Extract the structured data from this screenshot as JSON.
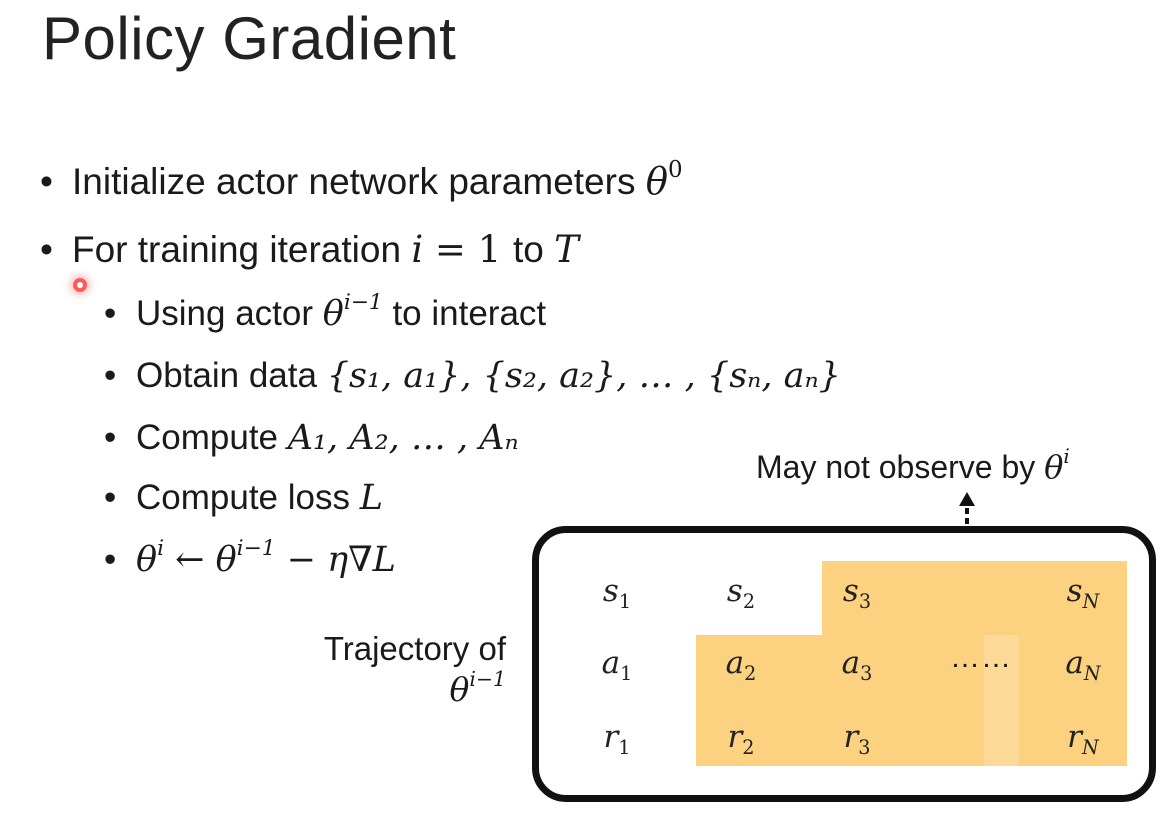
{
  "title": "Policy Gradient",
  "bullets": [
    {
      "text": "Initialize actor network parameters ",
      "math_base": "θ",
      "math_sup": "0"
    },
    {
      "text": "For training iteration ",
      "math_i": "i",
      "math_eq": " = 1 ",
      "to": "to ",
      "math_T": "T"
    }
  ],
  "sub_bullets": [
    {
      "pre": "Using actor ",
      "theta": "θ",
      "sup": "i−1",
      "post": " to interact"
    },
    {
      "pre": "Obtain data ",
      "math": "{s₁, a₁}, {s₂, a₂}, … , {sₙ, aₙ}"
    },
    {
      "pre": "Compute ",
      "math": "A₁, A₂, … , Aₙ"
    },
    {
      "pre": "Compute loss ",
      "math": "L"
    },
    {
      "theta": "θ",
      "sup": "i",
      "arrow": " ← ",
      "theta2": "θ",
      "sup2": "i−1",
      "rest": " − η∇L"
    }
  ],
  "note": {
    "text": "May not observe by ",
    "theta": "θ",
    "sup": "i"
  },
  "trajectory_label": {
    "line1": "Trajectory of",
    "theta": "θ",
    "sup": "i−1"
  },
  "table": {
    "rows": [
      {
        "var": "s",
        "cells": [
          {
            "sub": "1",
            "shaded": false
          },
          {
            "sub": "2",
            "shaded": false
          },
          {
            "sub": "3",
            "shaded": true
          },
          {
            "sub": "N",
            "shaded": true
          }
        ]
      },
      {
        "var": "a",
        "cells": [
          {
            "sub": "1",
            "shaded": false
          },
          {
            "sub": "2",
            "shaded": true
          },
          {
            "sub": "3",
            "shaded": true
          },
          {
            "sub": "N",
            "shaded": true
          }
        ]
      },
      {
        "var": "r",
        "cells": [
          {
            "sub": "1",
            "shaded": false
          },
          {
            "sub": "2",
            "shaded": true
          },
          {
            "sub": "3",
            "shaded": true
          },
          {
            "sub": "N",
            "shaded": true
          }
        ]
      }
    ],
    "ellipsis": "……",
    "shade_color": "#fcd17f"
  }
}
